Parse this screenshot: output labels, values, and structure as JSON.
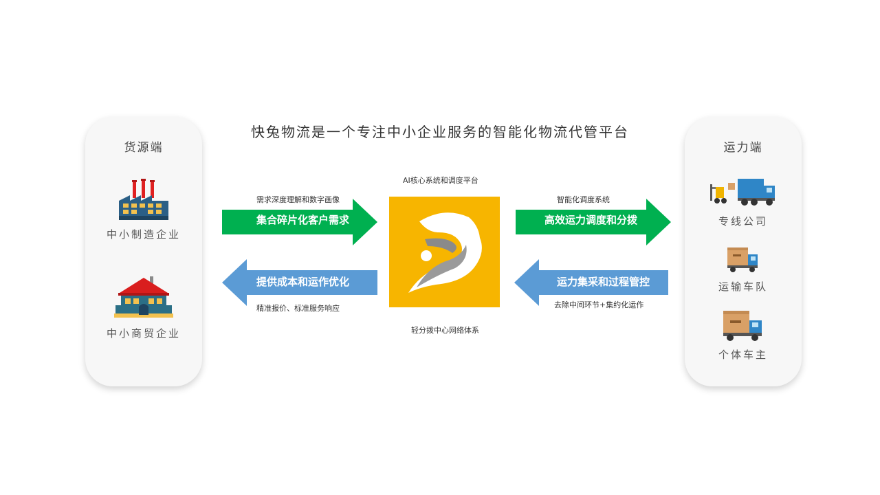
{
  "title": "快兔物流是一个专注中小企业服务的智能化物流代管平台",
  "left_panel": {
    "title": "货源端",
    "items": [
      {
        "label": "中小制造企业",
        "icon": "factory-icon"
      },
      {
        "label": "中小商贸企业",
        "icon": "shop-icon"
      }
    ]
  },
  "right_panel": {
    "title": "运力端",
    "items": [
      {
        "label": "专线公司",
        "icon": "forklift-truck-icon"
      },
      {
        "label": "运输车队",
        "icon": "small-truck-icon"
      },
      {
        "label": "个体车主",
        "icon": "cargo-truck-icon"
      }
    ]
  },
  "center": {
    "top_caption": "AI核心系统和调度平台",
    "bottom_caption": "轻分拨中心网络体系",
    "logo": "rabbit-logo-icon"
  },
  "arrows": {
    "left_top": {
      "caption": "需求深度理解和数字画像",
      "label": "集合碎片化客户需求",
      "color": "#00b050",
      "direction": "right"
    },
    "left_bottom": {
      "caption": "精准报价、标准服务响应",
      "label": "提供成本和运作优化",
      "color": "#5b9bd5",
      "direction": "left"
    },
    "right_top": {
      "caption": "智能化调度系统",
      "label": "高效运力调度和分拨",
      "color": "#00b050",
      "direction": "right"
    },
    "right_bottom": {
      "caption": "去除中间环节+集约化运作",
      "label": "运力集采和过程管控",
      "color": "#5b9bd5",
      "direction": "left"
    }
  },
  "colors": {
    "accent_yellow": "#f7b500",
    "panel_bg": "#f7f7f7"
  }
}
